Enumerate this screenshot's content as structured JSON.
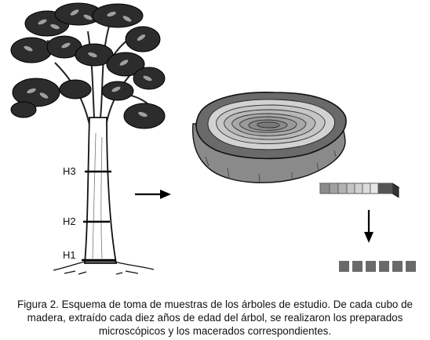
{
  "figure": {
    "height_labels": [
      "H3",
      "H2",
      "H1"
    ],
    "caption": "Figura 2. Esquema de toma de muestras de los árboles de estudio. De cada cubo de madera, extraído cada diez años de edad del árbol, se realizaron los preparados microscópicos y los macerados correspondientes.",
    "sample_cube_count": 6,
    "colors": {
      "ink": "#111111",
      "ring_dark": "#6a6a6a",
      "ring_mid": "#9a9a9a",
      "ring_light": "#cfcfcf",
      "cube": "#6a6a6a"
    }
  }
}
